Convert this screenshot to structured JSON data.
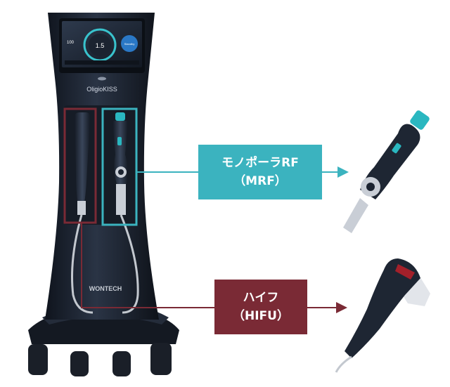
{
  "device": {
    "brand_logo": "OligioKISS",
    "manufacturer_logo": "WONTECH",
    "screen": {
      "center_value": "1.5",
      "left_value": "100",
      "button_label": "Standby"
    }
  },
  "callouts": {
    "mrf": {
      "line1": "モノポーラRF",
      "line2": "（MRF）",
      "box_color": "#3bb3bf",
      "outline_color": "#3bb3bf"
    },
    "hifu": {
      "line1": "ハイフ",
      "line2": "（HIFU）",
      "box_color": "#7a2a35",
      "outline_color": "#7a2a35"
    }
  },
  "colors": {
    "device_body": "#1d2431",
    "accent_teal": "#2ab7c0",
    "accent_red": "#a3202a"
  }
}
